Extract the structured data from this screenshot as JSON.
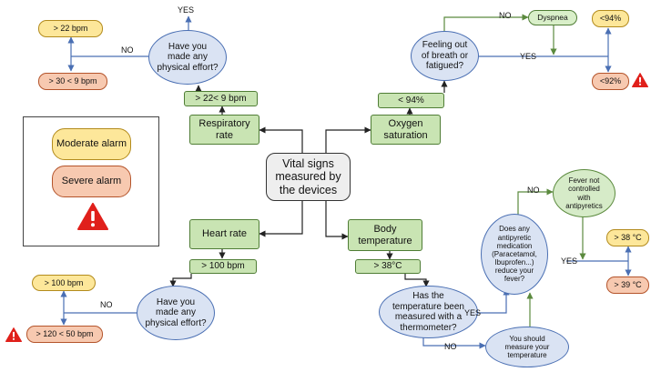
{
  "nodes": {
    "center": "Vital signs measured by the devices",
    "respiratory_rate": "Respiratory rate",
    "oxygen_saturation": "Oxygen saturation",
    "heart_rate": "Heart rate",
    "body_temperature": "Body temperature",
    "rr_threshold": "> 22< 9 bpm",
    "ox_threshold": "< 94%",
    "hr_threshold": "> 100 bpm",
    "temp_threshold": "> 38°C",
    "rr_question": "Have you made any physical effort?",
    "ox_question": "Feeling out of breath or fatigued?",
    "hr_question": "Have you made any physical effort?",
    "temp_question": "Has the temperature been measured with a thermometer?",
    "med_question": "Does any antipyretic medication (Paracetamol, Ibuprofen...) reduce your fever?",
    "measure_temp": "You should measure your temperature",
    "fever_not_controlled": "Fever not controlled with antipyretics",
    "dyspnea": "Dyspnea",
    "rr_moderate": "> 22 bpm",
    "rr_severe": "> 30 < 9 bpm",
    "ox_moderate": "<94%",
    "ox_severe": "<92%",
    "hr_moderate": "> 100 bpm",
    "hr_severe": "> 120 < 50 bpm",
    "temp_moderate": "> 38 °C",
    "temp_severe": "> 39 °C"
  },
  "edge_labels": {
    "rr_yes": "YES",
    "rr_no": "NO",
    "ox_no": "NO",
    "ox_yes": "YES",
    "hr_no": "NO",
    "temp_yes": "YES",
    "temp_no": "NO",
    "med_no": "NO",
    "med_yes": "YES"
  },
  "legend": {
    "moderate": "Moderate alarm",
    "severe": "Severe alarm"
  },
  "colors": {
    "green_fill": "#c9e4b3",
    "blue_fill": "#dae3f3",
    "moderate_fill": "#fde79a",
    "severe_fill": "#f7c9b0",
    "warning_red": "#e0201b"
  }
}
